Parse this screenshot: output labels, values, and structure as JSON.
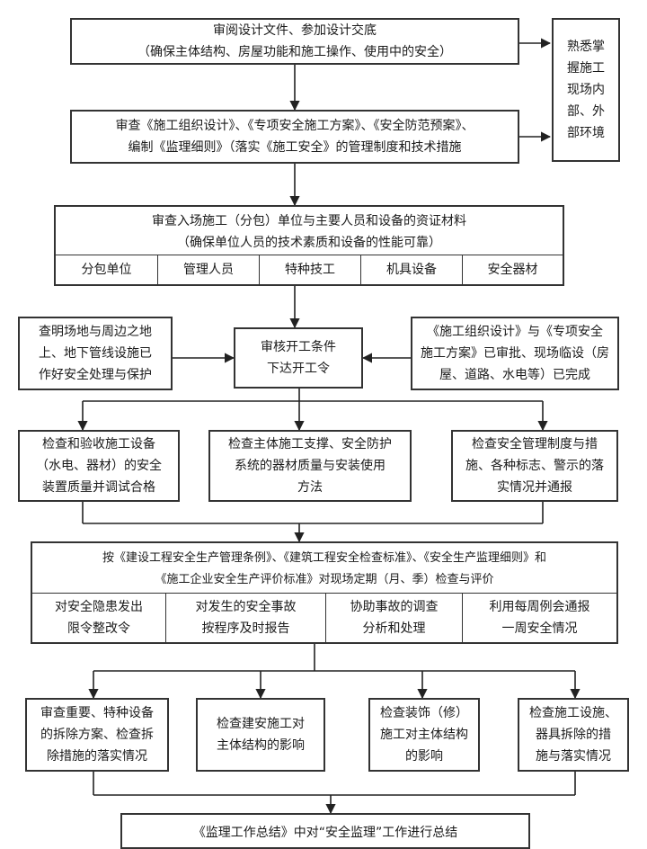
{
  "review_design": {
    "line1": "审阅设计文件、参加设计交底",
    "line2": "（确保主体结构、房屋功能和施工操作、使用中的安全）"
  },
  "site_env": {
    "lines": [
      "熟悉掌",
      "握施工",
      "现场内",
      "部、外",
      "部环境"
    ]
  },
  "review_plans": {
    "line1": "审查《施工组织设计》、《专项安全施工方案》、《安全防范预案》、",
    "line2": "编制《监理细则》（落实《施工安全》的管理制度和技术措施"
  },
  "qualification": {
    "line1": "审查入场施工（分包）单位与主要人员和设备的资证材料",
    "line2": "（确保单位人员的技术素质和设备的性能可靠）",
    "items": [
      "分包单位",
      "管理人员",
      "特种技工",
      "机具设备",
      "安全器材"
    ]
  },
  "site_check": {
    "lines": [
      "查明场地与周边之地",
      "上、地下管线设施已",
      "作好安全处理与保护"
    ]
  },
  "start_approval": {
    "lines": [
      "审核开工条件",
      "下达开工令"
    ]
  },
  "plans_approved": {
    "lines": [
      "《施工组织设计》与《专项安全",
      "施工方案》已审批、现场临设（房",
      "屋、道路、水电等）已完成"
    ]
  },
  "check_equipment": {
    "lines": [
      "检查和验收施工设备",
      "（水电、器材）的安全",
      "装置质量并调试合格"
    ]
  },
  "check_support": {
    "lines": [
      "检查主体施工支撑、安全防护",
      "系统的器材质量与安装使用",
      "方法"
    ]
  },
  "check_management": {
    "lines": [
      "检查安全管理制度与措",
      "施、各种标志、警示的落",
      "实情况并通报"
    ]
  },
  "periodic_check": {
    "line1": "按《建设工程安全生产管理条例》、《建筑工程安全检查标准》、《安全生产监理细则》和",
    "line2": "《施工企业安全生产评价标准》对现场定期（月、季）检查与评价",
    "items": [
      {
        "lines": [
          "对安全隐患发出",
          "限令整改令"
        ]
      },
      {
        "lines": [
          "对发生的安全事故",
          "按程序及时报告"
        ]
      },
      {
        "lines": [
          "协助事故的调查",
          "分析和处理"
        ]
      },
      {
        "lines": [
          "利用每周例会通报",
          "一周安全情况"
        ]
      }
    ]
  },
  "bottom_checks": [
    {
      "lines": [
        "审查重要、特种设备",
        "的拆除方案、检查拆",
        "除措施的落实情况"
      ]
    },
    {
      "lines": [
        "检查建安施工对",
        "主体结构的影响"
      ]
    },
    {
      "lines": [
        "检查装饰（修）",
        "施工对主体结构",
        "的影响"
      ]
    },
    {
      "lines": [
        "检查施工设施、",
        "器具拆除的措",
        "施与落实情况"
      ]
    }
  ],
  "summary": {
    "text": "《监理工作总结》中对“安全监理”工作进行总结"
  }
}
